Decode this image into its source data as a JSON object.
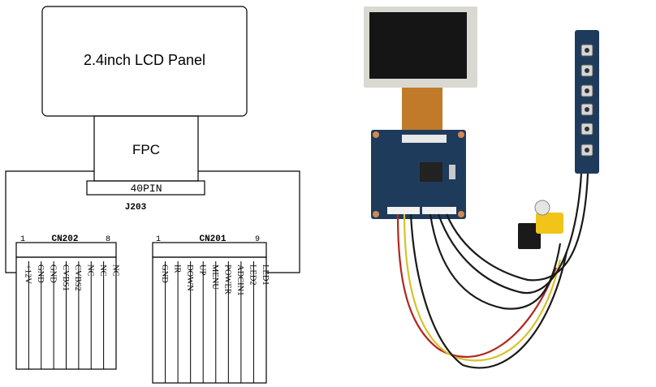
{
  "diagram": {
    "lcd_panel": "2.4inch LCD Panel",
    "fpc": "FPC",
    "connector": "40PIN",
    "connector_id": "J203",
    "cn202": {
      "title": "CN202",
      "first_pin": "1",
      "last_pin": "8",
      "pins": [
        "+12V",
        "GND",
        "GND",
        "CVBS1",
        "CVBS2",
        "NC",
        "NC",
        "NC"
      ]
    },
    "cn201": {
      "title": "CN201",
      "first_pin": "1",
      "last_pin": "9",
      "pins": [
        "GND",
        "IR",
        "DOWN",
        "UP",
        "MENU",
        "POWER",
        "ADCIN1",
        "LED2",
        "LED1"
      ]
    }
  },
  "photo": {
    "colors": {
      "pcb": "#1f3b5c",
      "screen": "#151515",
      "bezel": "#d9d9d2",
      "fpc_ribbon": "#c07a2a",
      "wire_red": "#b3261e",
      "wire_yellow": "#d7c22b",
      "wire_black": "#1a1a1a",
      "connector_yellow": "#f0c419"
    }
  }
}
